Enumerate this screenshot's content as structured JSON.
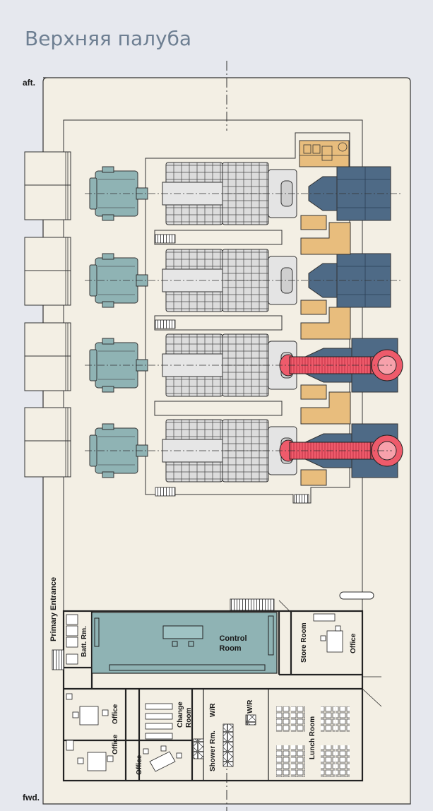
{
  "title": "Верхняя палуба",
  "markers": {
    "aft": "aft.",
    "fwd": "fwd."
  },
  "rooms": {
    "primary_entrance": "Primary Entrance",
    "batt_rm": "Batt. Rm.",
    "control_room_1": "Control",
    "control_room_2": "Room",
    "store_room": "Store Room",
    "office_right": "Office",
    "office_a": "Office",
    "office_b": "Office",
    "office_c": "Office",
    "change_room_1": "Change",
    "change_room_2": "Room",
    "wr_1": "W/R",
    "wr_2": "W/R",
    "shower_rm": "Shower Rm.",
    "lunch_room": "Lunch Room"
  },
  "colors": {
    "floor": "#f3efe4",
    "generator": "#8fb3b4",
    "engine": "#dcdcdc",
    "exhaust_blue": "#4e6a86",
    "exhaust_red": "#ee5b6b",
    "tan": "#e8bd7d",
    "control_room": "#8fb3b4"
  }
}
